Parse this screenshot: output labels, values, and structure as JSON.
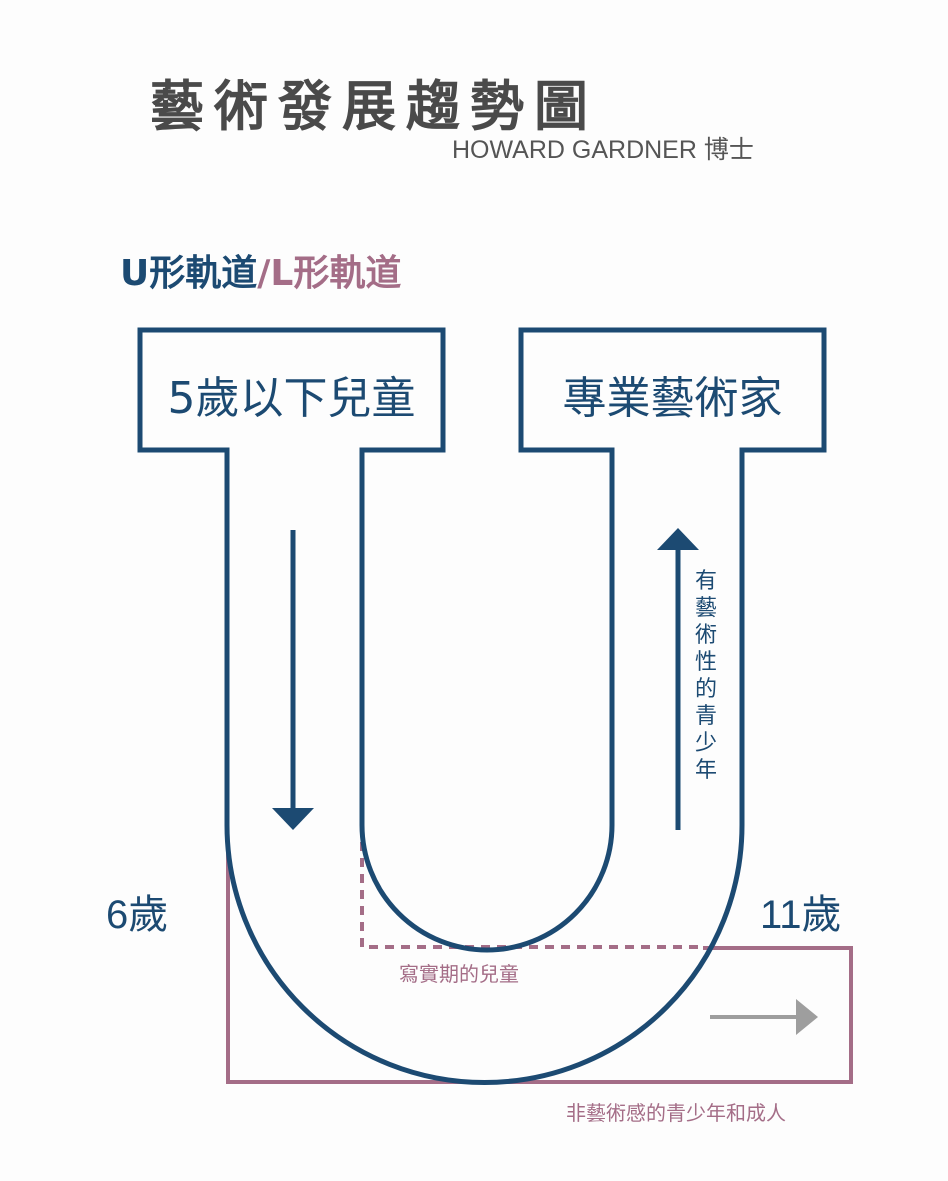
{
  "header": {
    "title": "藝術發展趨勢圖",
    "subtitle": "HOWARD GARDNER 博士"
  },
  "track_heading": {
    "u_part": "U形軌道",
    "separator": "/",
    "l_part": "L形軌道"
  },
  "boxes": {
    "left": "5歲以下兒童",
    "right": "專業藝術家"
  },
  "ages": {
    "left": "6歲",
    "right": "11歲"
  },
  "labels": {
    "artistic_teens": "有藝術性的青少年",
    "realism_children": "寫實期的兒童",
    "non_artistic": "非藝術感的青少年和成人"
  },
  "colors": {
    "u_track": "#1c4a72",
    "l_track": "#a46d87",
    "gray_arrow": "#9e9e9e",
    "title": "#4a4a4a"
  }
}
